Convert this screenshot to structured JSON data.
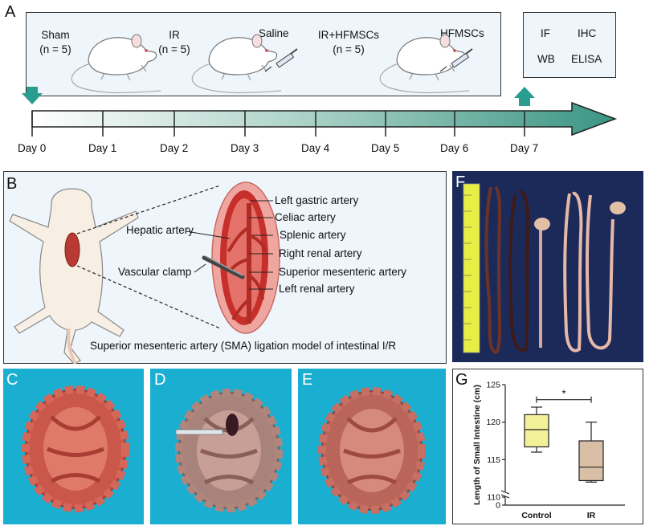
{
  "panels": {
    "A": {
      "label": "A",
      "groups": [
        {
          "name": "Sham",
          "n": "(n = 5)"
        },
        {
          "name": "IR",
          "n": "(n = 5)"
        },
        {
          "name": "IR+HFMSCs",
          "n": "(n = 5)"
        }
      ],
      "injections": [
        "Saline",
        "HFMSCs"
      ],
      "assays": [
        "IF",
        "IHC",
        "WB",
        "ELISA"
      ],
      "days": [
        "Day 0",
        "Day 1",
        "Day 2",
        "Day 3",
        "Day 4",
        "Day 5",
        "Day 6",
        "Day 7"
      ],
      "colors": {
        "arrow": "#2a9d8f",
        "box_fill": "#eef5fb",
        "timeline": "#4a9e8c"
      }
    },
    "B": {
      "label": "B",
      "vessels": [
        "Left gastric artery",
        "Celiac artery",
        "Splenic artery",
        "Right renal artery",
        "Superior mesenteric artery",
        "Left renal artery"
      ],
      "left_labels": [
        "Hepatic artery",
        "Vascular clamp"
      ],
      "caption": "Superior mesenteric artery (SMA) ligation model of intestinal I/R"
    },
    "C": {
      "label": "C"
    },
    "D": {
      "label": "D"
    },
    "E": {
      "label": "E"
    },
    "F": {
      "label": "F"
    },
    "G": {
      "label": "G"
    }
  },
  "chart_data": {
    "type": "box",
    "categories": [
      "Control",
      "IR"
    ],
    "ylabel": "Length of Small Intestine (cm)",
    "ylim": [
      110,
      125
    ],
    "axis_break": true,
    "yticks": [
      "125",
      "120",
      "115",
      "110",
      "0"
    ],
    "boxes": [
      {
        "category": "Control",
        "min": 116,
        "q1": 116.7,
        "median": 119,
        "q3": 121,
        "max": 122,
        "color": "#f3f09a"
      },
      {
        "category": "IR",
        "min": 112,
        "q1": 112.2,
        "median": 114,
        "q3": 117.5,
        "max": 120,
        "color": "#d9bfa6"
      }
    ],
    "significance": "*"
  }
}
